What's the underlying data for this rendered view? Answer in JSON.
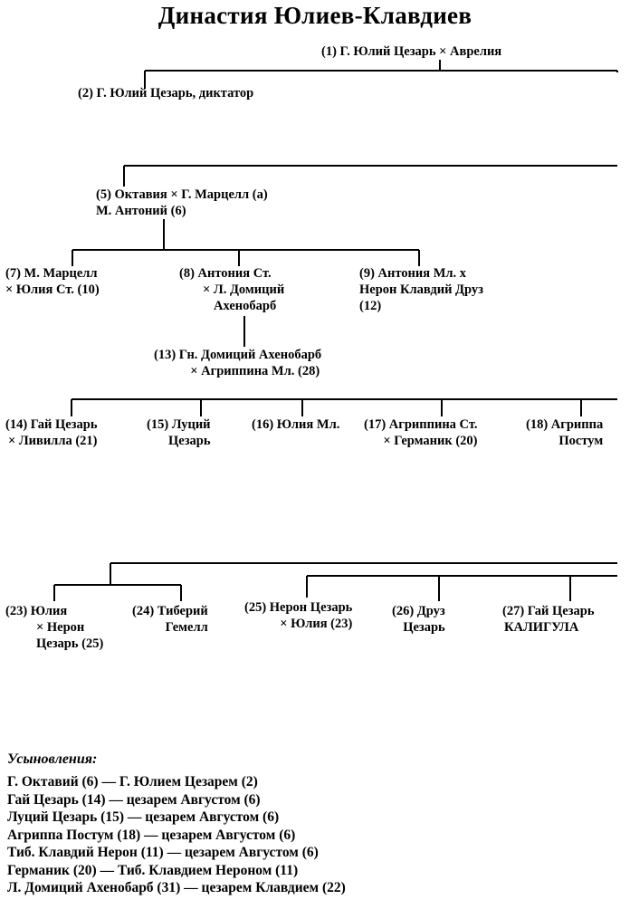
{
  "title": "Династия Юлиев-Клавдиев",
  "nodes": {
    "n1": [
      "(1) Г. Юлий Цезарь × Аврелия"
    ],
    "n2": [
      "(2) Г. Юлий Цезарь, диктатор"
    ],
    "n5": [
      "(5) Октавия  × Г. Марцелл (а)",
      "М. Антоний (6)"
    ],
    "n7": [
      "(7) М. Марцелл",
      "× Юлия Ст. (10)"
    ],
    "n8": [
      "(8) Антония Ст.",
      "× Л. Домиций",
      "Ахенобарб"
    ],
    "n9": [
      "(9) Антония Мл. х",
      "Нерон Клавдий Друз",
      "(12)"
    ],
    "n13": [
      "(13) Гн. Домиций Ахенобарб",
      "× Агриппина Мл. (28)"
    ],
    "n14": [
      "(14) Гай Цезарь",
      "× Ливилла (21)"
    ],
    "n15": [
      "(15) Луций",
      "Цезарь"
    ],
    "n16": [
      "(16) Юлия Мл."
    ],
    "n17": [
      "(17) Агриппина Ст.",
      "× Германик (20)"
    ],
    "n18": [
      "(18) Агриппа",
      "Постум"
    ],
    "n23": [
      "(23) Юлия",
      "× Нерон",
      "Цезарь (25)"
    ],
    "n24": [
      "(24) Тиберий",
      "Гемелл"
    ],
    "n25": [
      "(25) Нерон Цезарь",
      "× Юлия (23)"
    ],
    "n26": [
      "(26) Друз",
      "Цезарь"
    ],
    "n27": [
      "(27) Гай Цезарь",
      "КАЛИГУЛА"
    ]
  },
  "adoptions": {
    "heading": "Усыновления:",
    "items": [
      "Г. Октавий (6) — Г. Юлием Цезарем (2)",
      "Гай Цезарь (14) — цезарем Августом (6)",
      "Луций Цезарь (15) — цезарем Августом (6)",
      "Агриппа Постум (18) — цезарем Августом (6)",
      "Тиб. Клавдий Нерон (11) — цезарем Августом (6)",
      "Германик (20) — Тиб. Клавдием Нероном (11)",
      "Л. Домиций Ахенобарб (31) — цезарем Клавдием (22)"
    ]
  }
}
